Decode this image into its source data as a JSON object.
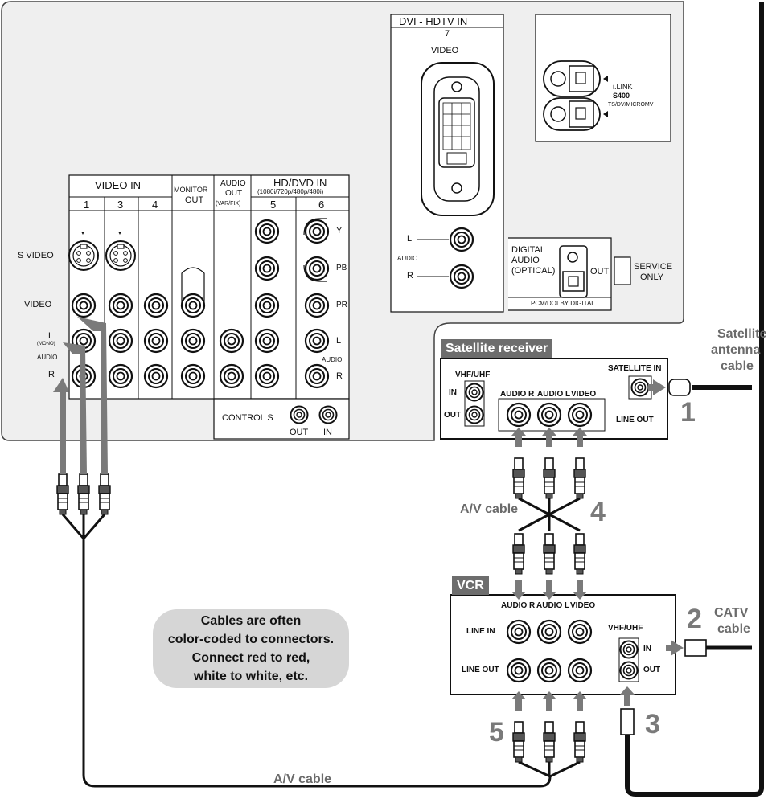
{
  "tv_panel": {
    "video_in_header": "VIDEO IN",
    "video_in_cols": [
      "1",
      "3",
      "4"
    ],
    "monitor_out": [
      "MONITOR",
      "OUT"
    ],
    "audio_out": [
      "AUDIO",
      "OUT",
      "(VAR/FIX)"
    ],
    "hd_dvd_in": [
      "HD/DVD IN",
      "(1080i/720p/480p/480i)"
    ],
    "hd_cols": [
      "5",
      "6"
    ],
    "row_labels": {
      "s_video": "S VIDEO",
      "video": "VIDEO",
      "l": "L",
      "mono": "(MONO)",
      "audio": "AUDIO",
      "r": "R"
    },
    "component_labels": {
      "y": "Y",
      "pb": "PB",
      "pr": "PR",
      "l": "L",
      "audio": "AUDIO",
      "r": "R"
    },
    "control_s": {
      "label": "CONTROL S",
      "out": "OUT",
      "in": "IN"
    },
    "dvi": {
      "header": "DVI - HDTV  IN",
      "number": "7",
      "video": "VIDEO",
      "l": "L",
      "audio": "AUDIO",
      "r": "R"
    },
    "ilink": {
      "line1": "i.LINK",
      "line2": "S400",
      "line3": "TS/DV/MICROMV"
    },
    "digital_audio": {
      "line1": "DIGITAL",
      "line2": "AUDIO",
      "line3": "(OPTICAL)",
      "out": "OUT",
      "footer": "PCM/DOLBY DIGITAL"
    },
    "service": [
      "SERVICE",
      "ONLY"
    ]
  },
  "satellite": {
    "title": "Satellite receiver",
    "vhf_uhf": "VHF/UHF",
    "in": "IN",
    "out": "OUT",
    "audio_r": "AUDIO R",
    "audio_l": "AUDIO L",
    "video": "VIDEO",
    "satellite_in": "SATELLITE IN",
    "line_out": "LINE OUT"
  },
  "vcr": {
    "title": "VCR",
    "audio_r": "AUDIO R",
    "audio_l": "AUDIO L",
    "video": "VIDEO",
    "line_in": "LINE IN",
    "line_out": "LINE OUT",
    "vhf_uhf": "VHF/UHF",
    "in": "IN",
    "out": "OUT"
  },
  "callouts": {
    "satellite_cable": [
      "Satellite",
      "antenna",
      "cable"
    ],
    "catv_cable": [
      "CATV",
      "cable"
    ],
    "av_cable_top": "A/V cable",
    "av_cable_bottom": "A/V cable",
    "n1": "1",
    "n2": "2",
    "n3": "3",
    "n4": "4",
    "n5": "5"
  },
  "note": [
    "Cables are often",
    "color-coded to connectors.",
    "Connect red to red,",
    "white to white, etc."
  ]
}
